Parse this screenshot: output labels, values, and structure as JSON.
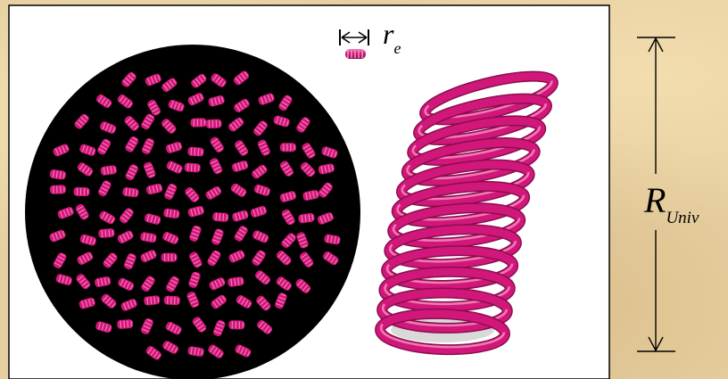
{
  "labels": {
    "electron_radius_symbol": "r",
    "electron_radius_subscript": "e",
    "universe_radius_symbol": "R",
    "universe_radius_subscript": "Univ"
  },
  "colors": {
    "background": "#e6cfa0",
    "panel": "#ffffff",
    "sphere": "#000000",
    "coil": "#d1177a",
    "coil_highlight": "#f07ab4",
    "coil_shadow": "#8a0e4f",
    "coil_bottom": "#d9d9d9"
  },
  "icons": {
    "sphere": "black-sphere-with-coil-segments",
    "spring": "pink-coil-spring",
    "measure": "double-arrow-dimension"
  }
}
